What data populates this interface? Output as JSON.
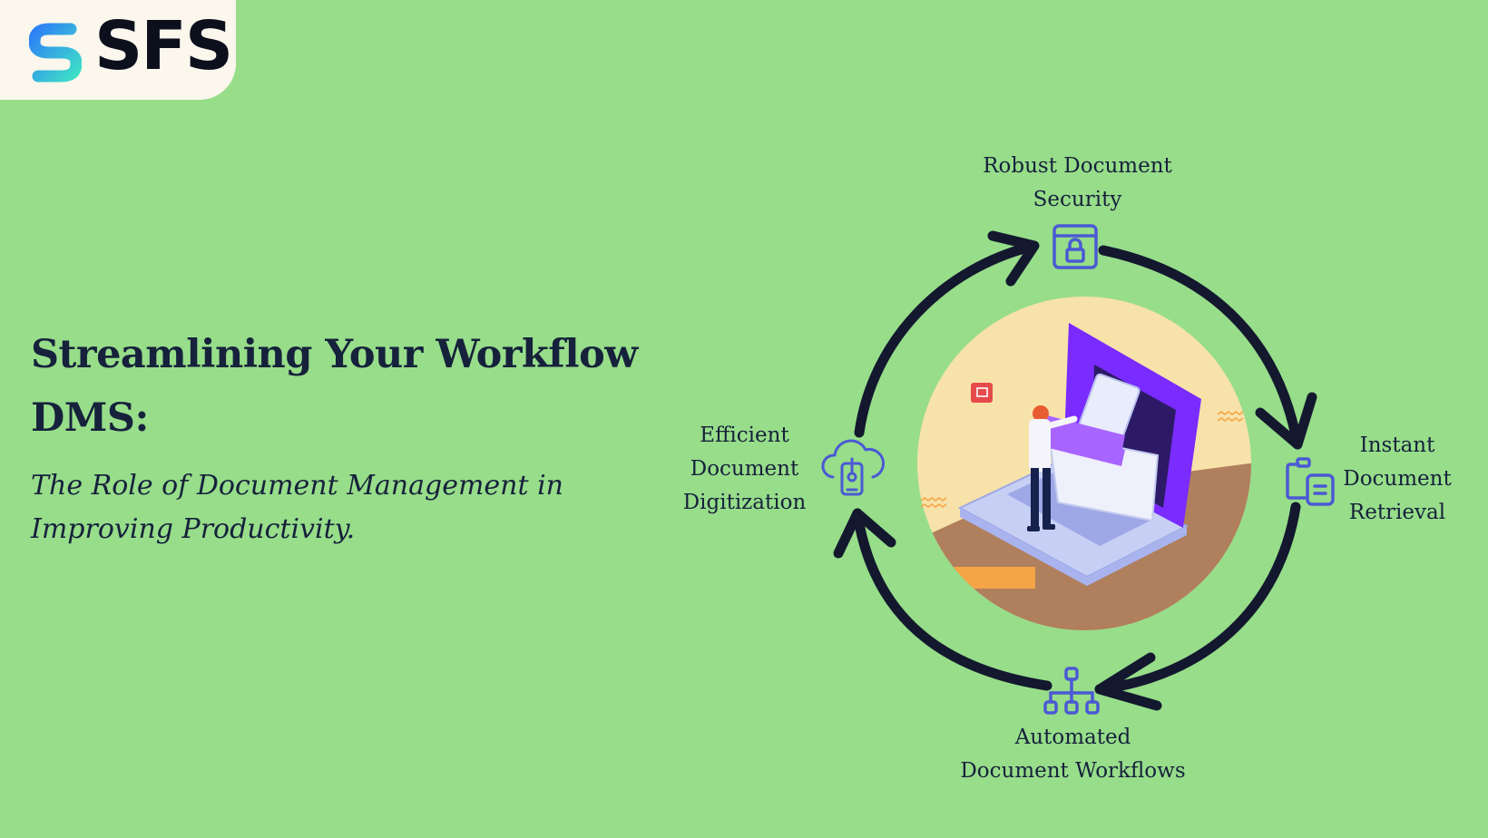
{
  "colors": {
    "background": "#97dd8a",
    "text": "#16213b",
    "arrow": "#13182e",
    "icon_stroke": "#4b59d4",
    "logo_box": "#fbf7ec",
    "logo_gradient_start": "#2d7ef6",
    "logo_gradient_end": "#3ee0c8",
    "illustration_sky": "#f7e2a9",
    "illustration_ground": "#b07f5d",
    "laptop_purple": "#7a2bff",
    "laptop_base": "#c7cff5",
    "accent_orange": "#f5a545",
    "accent_red": "#e64b4b"
  },
  "logo": {
    "text": "SFS",
    "icon": "sfs-s-logo-icon"
  },
  "header": {
    "title_line1": "Streamlining Your Workflow",
    "title_line2": "DMS:",
    "subtitle_line1": "The Role of Document Management in",
    "subtitle_line2": "Improving Productivity."
  },
  "cycle": {
    "center_illustration": "person-filing-documents-on-laptop-illustration",
    "steps": [
      {
        "key": "security",
        "line1": "Robust Document",
        "line2": "Security",
        "icon": "browser-lock-icon"
      },
      {
        "key": "retrieval",
        "line1": "Instant",
        "line2": "Document",
        "line3": "Retrieval",
        "icon": "clipboard-document-icon"
      },
      {
        "key": "workflows",
        "line1": "Automated",
        "line2": "Document Workflows",
        "icon": "hierarchy-network-icon"
      },
      {
        "key": "digitization",
        "line1": "Efficient",
        "line2": "Document",
        "line3": "Digitization",
        "icon": "cloud-phone-upload-icon"
      }
    ]
  }
}
